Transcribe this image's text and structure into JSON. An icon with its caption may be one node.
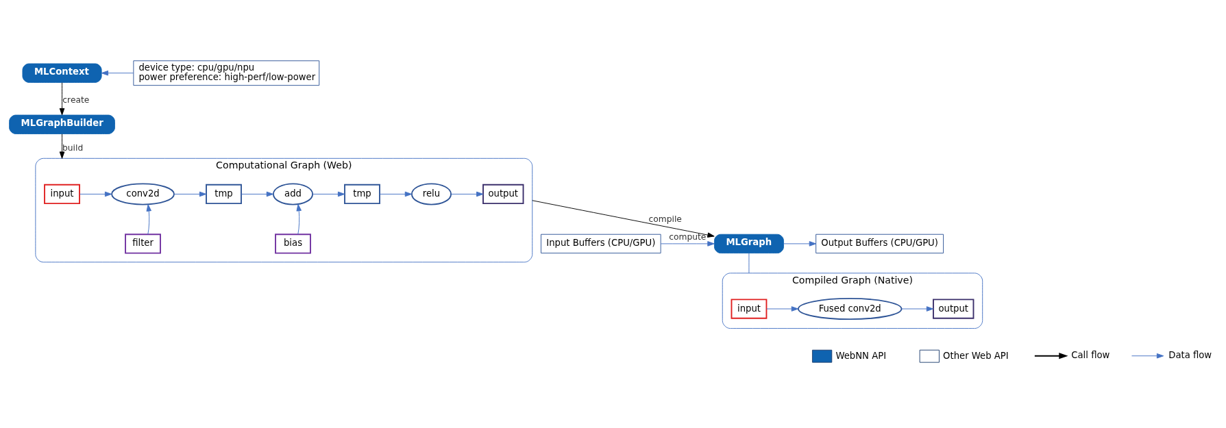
{
  "diagram": {
    "nodes": [
      {
        "text": [
          "MLContext"
        ]
      },
      {
        "text": [
          "device type: cpu/gpu/npu",
          "power preference: high-perf/low-power"
        ]
      },
      {
        "text": [
          "MLGraphBuilder"
        ]
      },
      {
        "text": [
          "Computational Graph (Web)"
        ]
      },
      {
        "text": [
          "input"
        ],
        "in": 3
      },
      {
        "text": [
          "conv2d"
        ],
        "in": 3
      },
      {
        "text": [
          "tmp"
        ],
        "in": 3
      },
      {
        "text": [
          "add"
        ],
        "in": 3
      },
      {
        "text": [
          "tmp"
        ],
        "in": 3
      },
      {
        "text": [
          "relu"
        ],
        "in": 3
      },
      {
        "text": [
          "output"
        ],
        "in": 3
      },
      {
        "text": [
          "filter"
        ],
        "in": 3
      },
      {
        "text": [
          "bias"
        ],
        "in": 3
      },
      {
        "text": [
          "MLGraph"
        ]
      },
      {
        "text": [
          "Input Buffers (CPU/GPU)"
        ]
      },
      {
        "text": [
          "Output Buffers (CPU/GPU)"
        ]
      },
      {
        "text": [
          "Compiled Graph (Native)"
        ]
      },
      {
        "text": [
          "input"
        ],
        "in": 16
      },
      {
        "text": [
          "Fused conv2d"
        ],
        "in": 16
      },
      {
        "text": [
          "output"
        ],
        "in": 16
      }
    ],
    "edges": [
      {
        "from": 1,
        "to": 0,
        "arrow": "to"
      },
      {
        "from": 0,
        "to": 2,
        "arrow": "to",
        "label": "create",
        "color": "#000000"
      },
      {
        "from": 2,
        "to": 3,
        "arrow": "to",
        "label": "build",
        "color": "#000000"
      },
      {
        "from": 4,
        "to": 5,
        "arrow": "to"
      },
      {
        "from": 5,
        "to": 6,
        "arrow": "to"
      },
      {
        "from": 6,
        "to": 7,
        "arrow": "to"
      },
      {
        "from": 7,
        "to": 8,
        "arrow": "to"
      },
      {
        "from": 8,
        "to": 9,
        "arrow": "to"
      },
      {
        "from": 9,
        "to": 10,
        "arrow": "to"
      },
      {
        "from": 11,
        "to": 5,
        "arrow": "to"
      },
      {
        "from": 12,
        "to": 7,
        "arrow": "to"
      },
      {
        "from": 3,
        "to": 13,
        "arrow": "to",
        "label": "compile",
        "color": "#000000"
      },
      {
        "from": 14,
        "to": 13,
        "arrow": "to",
        "label": "compute"
      },
      {
        "from": 13,
        "to": 15,
        "arrow": "to"
      },
      {
        "from": 13,
        "to": 16,
        "arrow": "none"
      },
      {
        "from": 17,
        "to": 18,
        "arrow": "to"
      },
      {
        "from": 18,
        "to": 19,
        "arrow": "to"
      }
    ],
    "legend": [
      {
        "text": "WebNN API",
        "color": "#0f63b0"
      },
      {
        "text": "Other Web API",
        "color": "#ffffff"
      },
      {
        "text": "Call flow"
      },
      {
        "text": "Data flow"
      }
    ]
  }
}
